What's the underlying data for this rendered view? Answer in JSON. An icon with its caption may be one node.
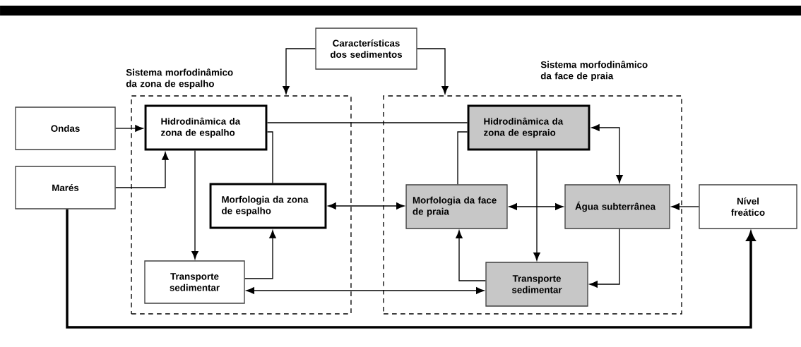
{
  "diagram": {
    "nodes": [
      {
        "text": [
          "Características dos sedimentos"
        ]
      },
      {
        "text": [
          "Sistema morfodinâmico da zona de espalho"
        ]
      },
      {
        "text": [
          "Sistema morfodinâmico da face de praia"
        ]
      },
      {
        "text": [
          "Ondas"
        ]
      },
      {
        "text": [
          "Marés"
        ]
      },
      {
        "text": [
          "Hidrodinâmica da zona de espalho"
        ],
        "in": 1
      },
      {
        "text": [
          "Morfologia da zona de espalho"
        ],
        "in": 1
      },
      {
        "text": [
          "Transporte sedimentar"
        ],
        "in": 1
      },
      {
        "text": [
          "Hidrodinâmica da zona de espraio"
        ],
        "in": 2
      },
      {
        "text": [
          "Morfologia da face de praia"
        ],
        "in": 2
      },
      {
        "text": [
          "Água subterrânea"
        ],
        "in": 2
      },
      {
        "text": [
          "Transporte sedimentar"
        ],
        "in": 2
      },
      {
        "text": [
          "Nível freático"
        ]
      }
    ],
    "edges": [
      {
        "from": 0,
        "to": 1,
        "arrow": "to"
      },
      {
        "from": 0,
        "to": 2,
        "arrow": "to"
      },
      {
        "from": 3,
        "to": 5,
        "arrow": "to"
      },
      {
        "from": 4,
        "to": 5,
        "arrow": "to"
      },
      {
        "from": 5,
        "to": 7,
        "arrow": "to"
      },
      {
        "from": 5,
        "to": 8,
        "arrow": "none"
      },
      {
        "from": 5,
        "to": 6,
        "arrow": "none"
      },
      {
        "from": 7,
        "to": 6,
        "arrow": "to"
      },
      {
        "from": 6,
        "to": 9,
        "arrow": "both"
      },
      {
        "from": 8,
        "to": 9,
        "arrow": "none"
      },
      {
        "from": 8,
        "to": 11,
        "arrow": "to"
      },
      {
        "from": 8,
        "to": 10,
        "arrow": "both"
      },
      {
        "from": 9,
        "to": 10,
        "arrow": "both"
      },
      {
        "from": 10,
        "to": 11,
        "arrow": "to"
      },
      {
        "from": 11,
        "to": 9,
        "arrow": "to"
      },
      {
        "from": 7,
        "to": 11,
        "arrow": "both"
      },
      {
        "from": 12,
        "to": 10,
        "arrow": "to"
      },
      {
        "from": 4,
        "to": 12,
        "arrow": "to",
        "style": "thick"
      }
    ]
  }
}
